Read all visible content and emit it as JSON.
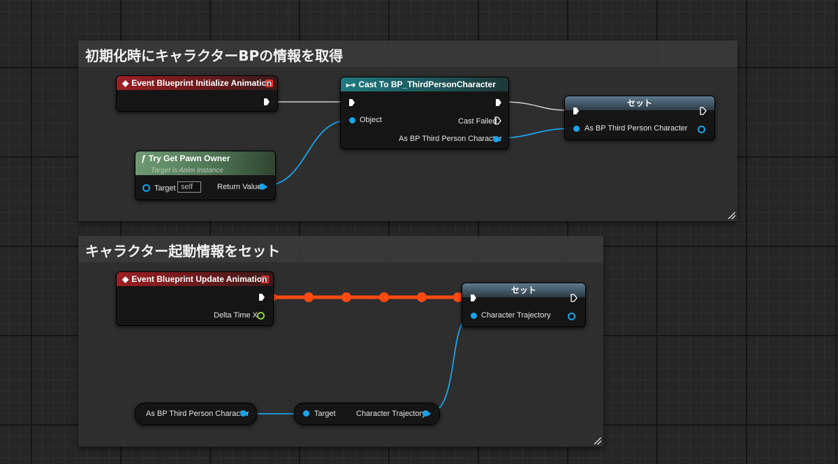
{
  "comment1": {
    "title": "初期化時にキャラクターBPの情報を取得"
  },
  "comment2": {
    "title": "キャラクター起動情報をセット"
  },
  "nodes": {
    "init_event": {
      "title": "Event Blueprint Initialize Animation"
    },
    "cast": {
      "title": "Cast To BP_ThirdPersonCharacter",
      "object_label": "Object",
      "cast_failed_label": "Cast Failed",
      "as_label": "As BP Third Person Character"
    },
    "set1": {
      "title": "セット",
      "pin_label": "As BP Third Person Character"
    },
    "pawn_owner": {
      "title": "Try Get Pawn Owner",
      "subtitle": "Target is Anim Instance",
      "target_label": "Target",
      "self_value": "self",
      "return_label": "Return Value"
    },
    "update_event": {
      "title": "Event Blueprint Update Animation",
      "delta_label": "Delta Time X"
    },
    "set2": {
      "title": "セット",
      "pin_label": "Character Trajectory"
    },
    "get_var": {
      "label": "As BP Third Person Character"
    },
    "get_traj": {
      "target_label": "Target",
      "traj_label": "Character Trajectory"
    }
  },
  "colors": {
    "exec": "#ffffff",
    "object_pin": "#1aa3e8",
    "float_pin": "#9acd32",
    "event_header": "#9c1f25",
    "cast_header": "#1f7a80",
    "pure_header": "#6f9a74",
    "active_wire": "#ff4a12"
  },
  "icons": {
    "event": "event-diamond-icon",
    "cast": "cast-arrows-icon",
    "function": "function-icon"
  }
}
